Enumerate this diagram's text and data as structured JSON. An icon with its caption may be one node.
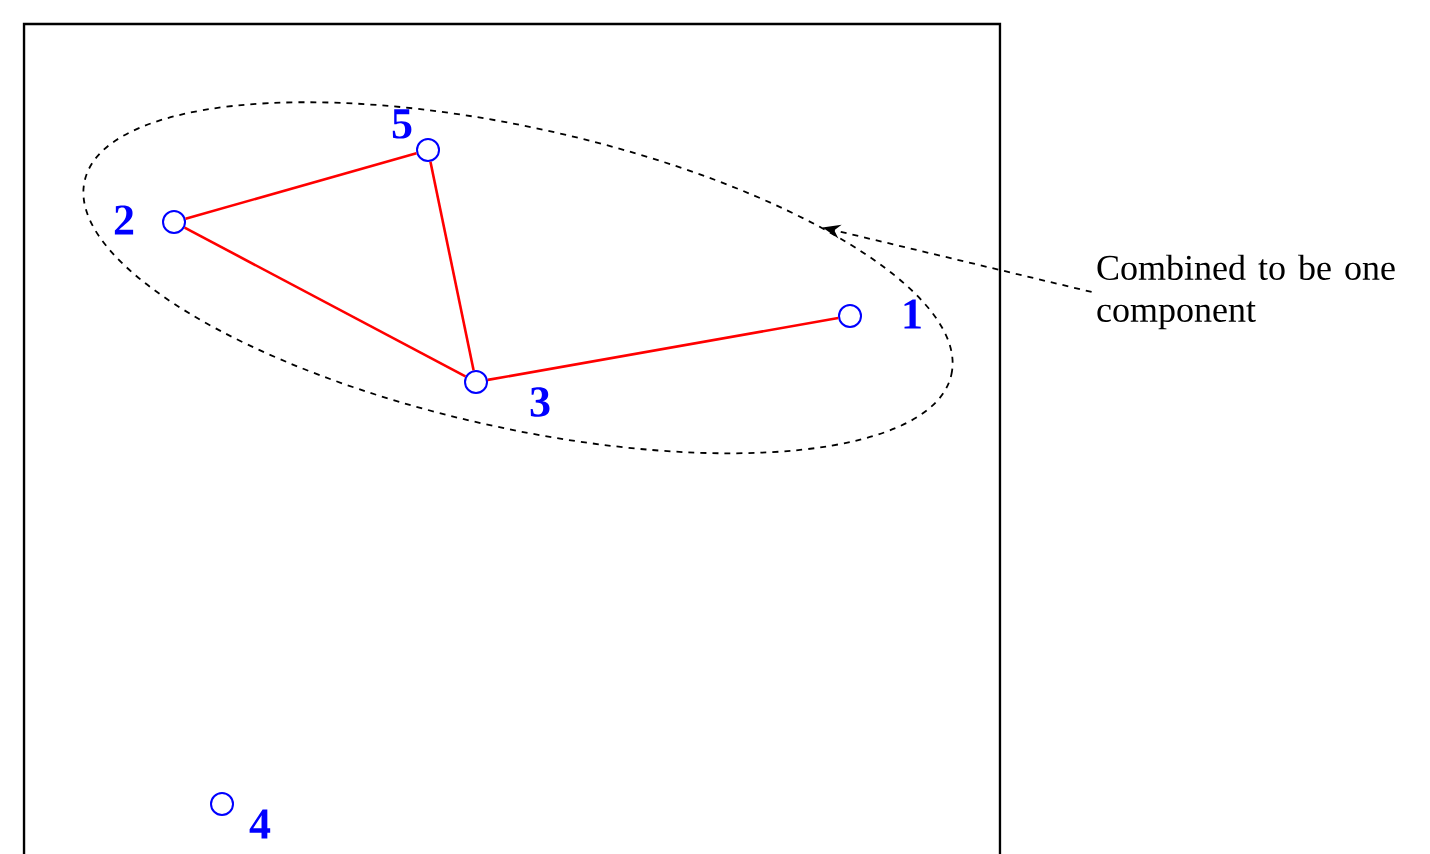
{
  "diagram": {
    "nodes": [
      {
        "text": [],
        "shape": "ellipse"
      },
      {
        "text": [],
        "shape": "circle",
        "beside": [
          "5"
        ],
        "in": 0
      },
      {
        "text": [],
        "shape": "circle",
        "beside": [
          "2"
        ],
        "in": 0
      },
      {
        "text": [],
        "shape": "circle",
        "beside": [
          "1"
        ],
        "in": 0
      },
      {
        "text": [],
        "shape": "circle",
        "beside": [
          "3"
        ],
        "in": 0
      },
      {
        "text": [],
        "shape": "circle",
        "beside": [
          "4"
        ]
      },
      {
        "text": [
          "Combined to be one component"
        ]
      }
    ],
    "edges": [
      {
        "from": 2,
        "to": 1,
        "arrow": "none"
      },
      {
        "from": 1,
        "to": 4,
        "arrow": "none"
      },
      {
        "from": 2,
        "to": 4,
        "arrow": "none"
      },
      {
        "from": 4,
        "to": 3,
        "arrow": "none"
      },
      {
        "from": 6,
        "to": 0,
        "arrow": "to",
        "style": "dashed",
        "color": "#000000"
      }
    ]
  }
}
